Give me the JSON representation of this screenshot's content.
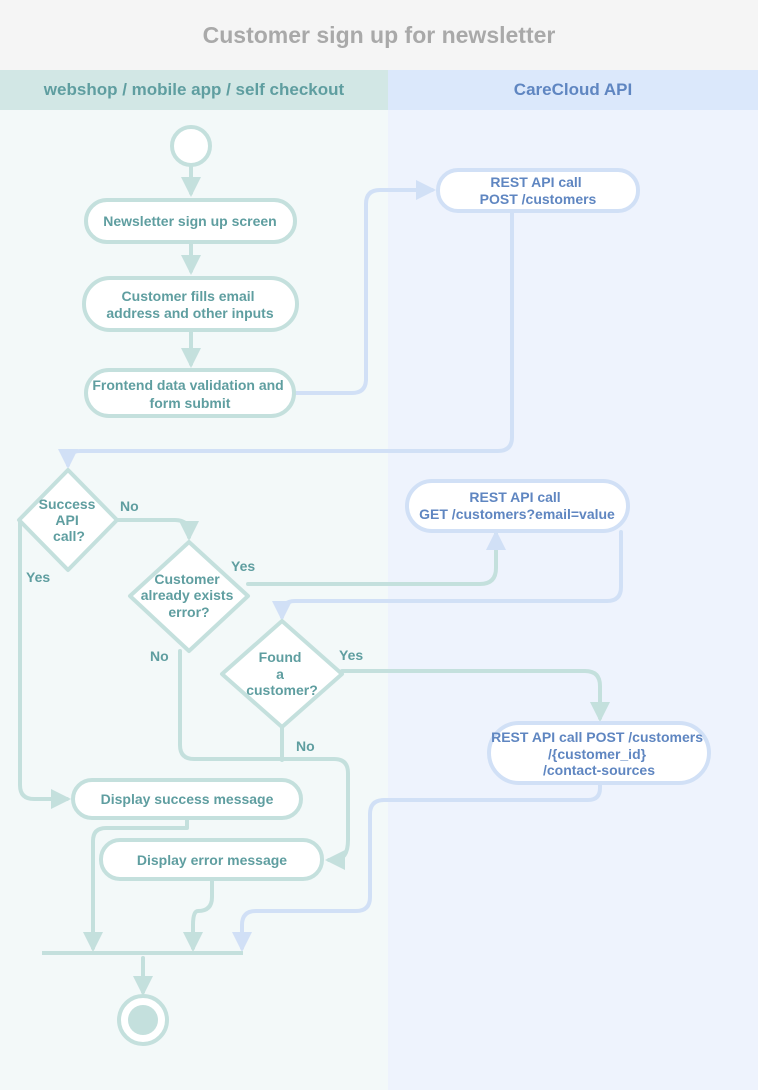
{
  "title": "Customer sign up for newsletter",
  "lanes": {
    "left": "webshop / mobile app / self checkout",
    "right": "CareCloud API"
  },
  "nodes": {
    "signup_screen": [
      "Newsletter sign up screen"
    ],
    "fills_inputs": [
      "Customer fills email",
      "address and other inputs"
    ],
    "validation": [
      "Frontend data validation and",
      "form submit"
    ],
    "api_post_customers": [
      "REST API call",
      "POST /customers"
    ],
    "success_decision": [
      "Success",
      "API",
      "call?"
    ],
    "exists_decision": [
      "Customer",
      "already exists",
      "error?"
    ],
    "api_get_customers": [
      "REST API call",
      "GET /customers?email=value"
    ],
    "found_decision": [
      "Found",
      "a",
      "customer?"
    ],
    "api_post_contact_sources": [
      "REST API call POST /customers",
      "/{customer_id}",
      "/contact-sources"
    ],
    "success_message": [
      "Display success message"
    ],
    "error_message": [
      "Display error message"
    ]
  },
  "labels": {
    "success_no": "No",
    "success_yes": "Yes",
    "exists_yes": "Yes",
    "exists_no": "No",
    "found_yes": "Yes",
    "found_no": "No"
  },
  "colors": {
    "green_stroke": "#c4e0dd",
    "green_text": "#5f9ea0",
    "blue_stroke": "#d1e0f6",
    "blue_text": "#5f86c1"
  }
}
